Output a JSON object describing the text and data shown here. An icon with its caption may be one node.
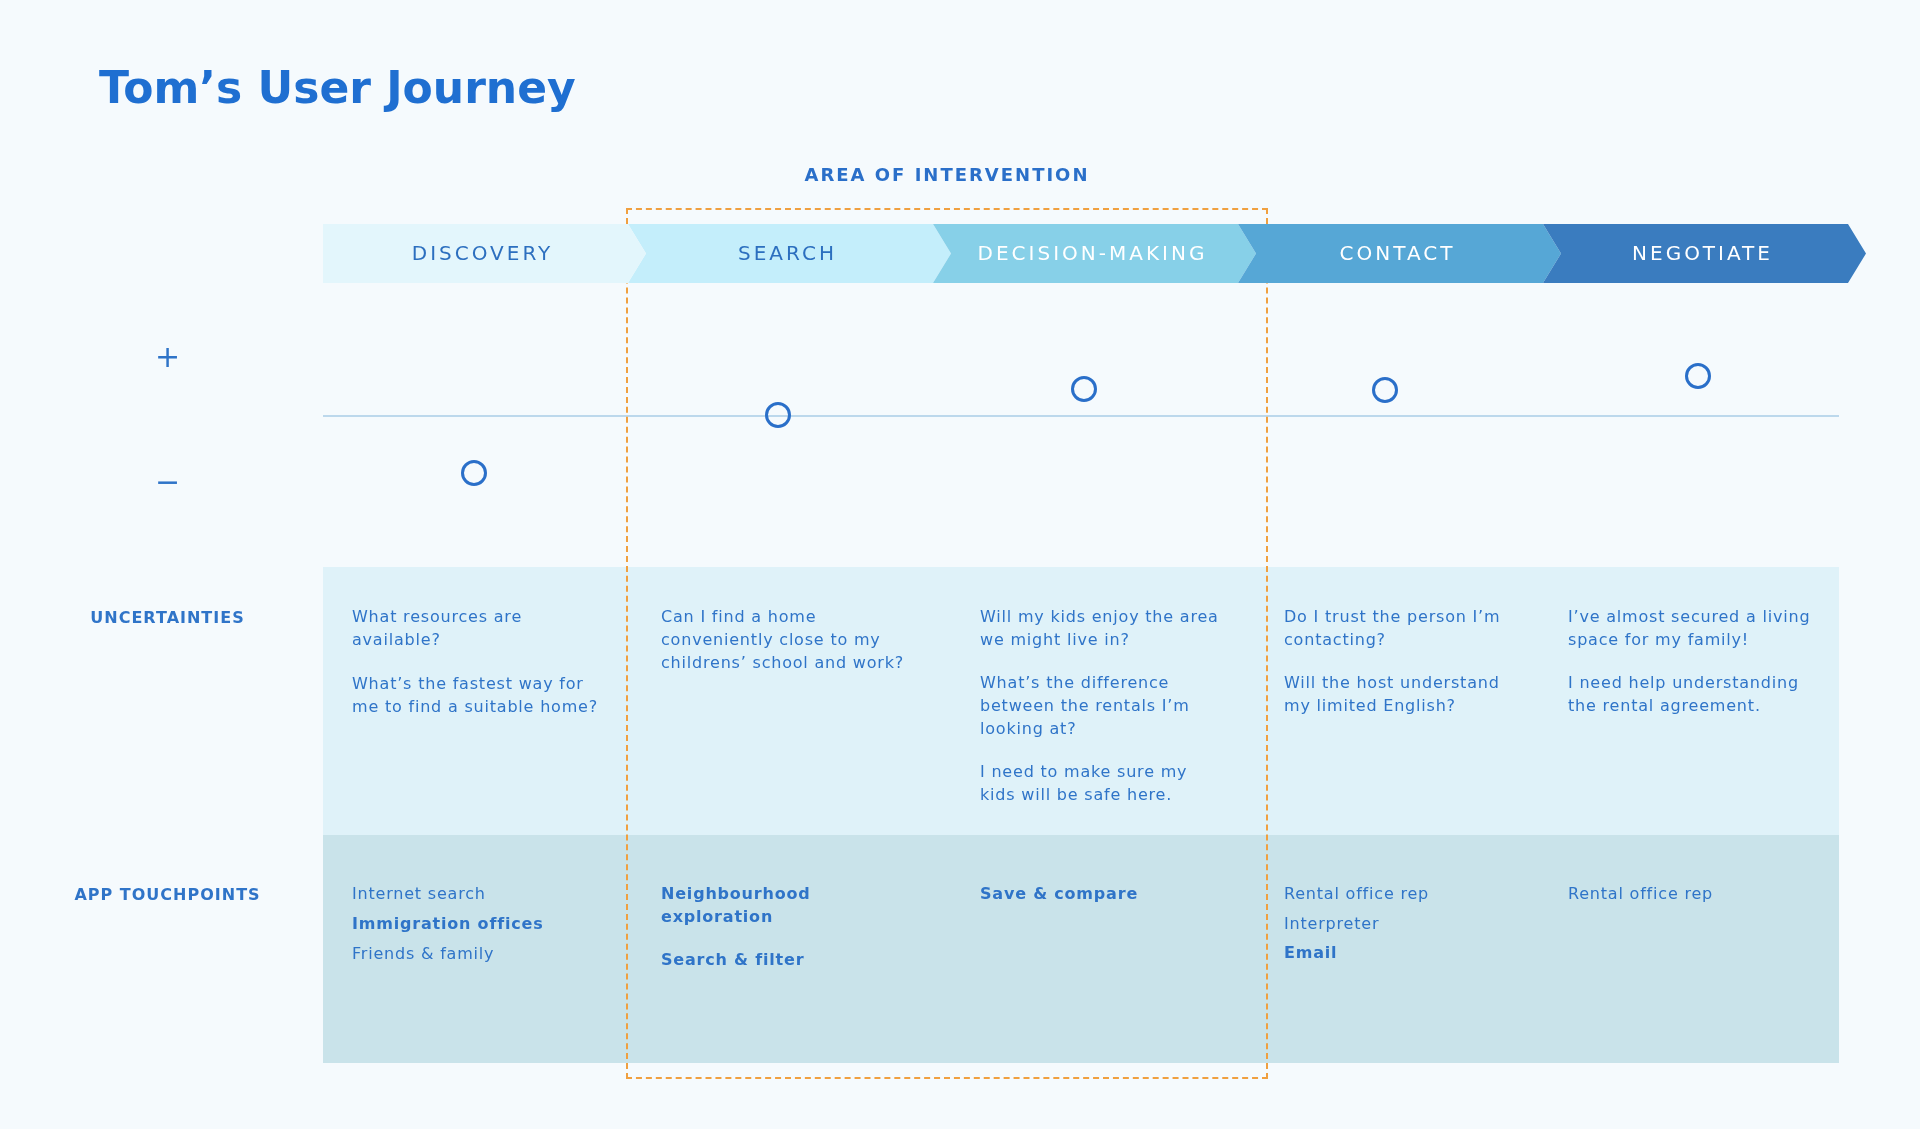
{
  "diagram": {
    "title": "Tom’s User Journey",
    "nodes": [
      {
        "text": [
          "AREA OF INTERVENTION"
        ]
      },
      {
        "text": [
          "DISCOVERY"
        ]
      },
      {
        "text": [
          "SEARCH"
        ],
        "in": 0
      },
      {
        "text": [
          "DECISION-MAKING"
        ],
        "in": 0
      },
      {
        "text": [
          "CONTACT"
        ]
      },
      {
        "text": [
          "NEGOTIATE"
        ]
      },
      {
        "text": [],
        "shape": "circle"
      },
      {
        "text": [],
        "shape": "circle",
        "in": 0
      },
      {
        "text": [],
        "shape": "circle",
        "in": 0
      },
      {
        "text": [],
        "shape": "circle"
      },
      {
        "text": [],
        "shape": "circle"
      }
    ],
    "labels": [
      "+",
      "−",
      "UNCERTAINTIES",
      "What resources are available?",
      "What’s the fastest way for me to find a suitable home?",
      "Can I find a home conveniently close to my childrens’ school and work?",
      "Will my kids enjoy the area we might live in?",
      "What’s the difference between the rentals I’m looking at?",
      "I need to make sure my kids will be safe here.",
      "Do I trust the person I’m contacting?",
      "Will the host understand my limited English?",
      "I’ve almost secured a living space for my family!",
      "I need help understanding the rental agreement.",
      "APP TOUCHPOINTS",
      "Internet search",
      "Immigration offices",
      "Friends & family",
      "Neighbourhood exploration",
      "Search & filter",
      "Save & compare",
      "Rental office rep",
      "Interpreter",
      "Email",
      "Rental office rep"
    ]
  }
}
